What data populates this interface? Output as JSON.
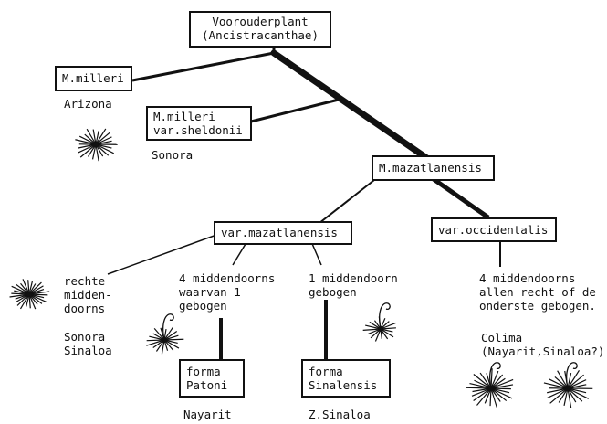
{
  "nodes": {
    "root": "Voorouderplant\n(Ancistracanthae)",
    "milleri": "M.milleri",
    "sheldonii": "M.milleri\nvar.sheldonii",
    "mazatlanensis": "M.mazatlanensis",
    "var_mazatlanensis": "var.mazatlanensis",
    "var_occidentalis": "var.occidentalis",
    "forma_patoni": "forma\nPatoni",
    "forma_sinalensis": "forma\nSinalensis"
  },
  "labels": {
    "arizona": "Arizona",
    "sonora": "Sonora",
    "rechte": "rechte\nmidden-\ndoorns",
    "sonora_sinaloa": "Sonora\nSinaloa",
    "vier_een_gebogen": "4 middendoorns\nwaarvan 1\ngebogen",
    "een_gebogen": "1 middendoorn\ngebogen",
    "vier_recht": "4 middendoorns\nallen recht of de\nonderste gebogen.",
    "colima": "Colima\n(Nayarit,Sinaloa?)",
    "nayarit": "Nayarit",
    "z_sinaloa": "Z.Sinaloa"
  },
  "icons": {
    "spine_cluster": "spine-cluster-icon",
    "hooked_spine": "hooked-spine-icon"
  }
}
